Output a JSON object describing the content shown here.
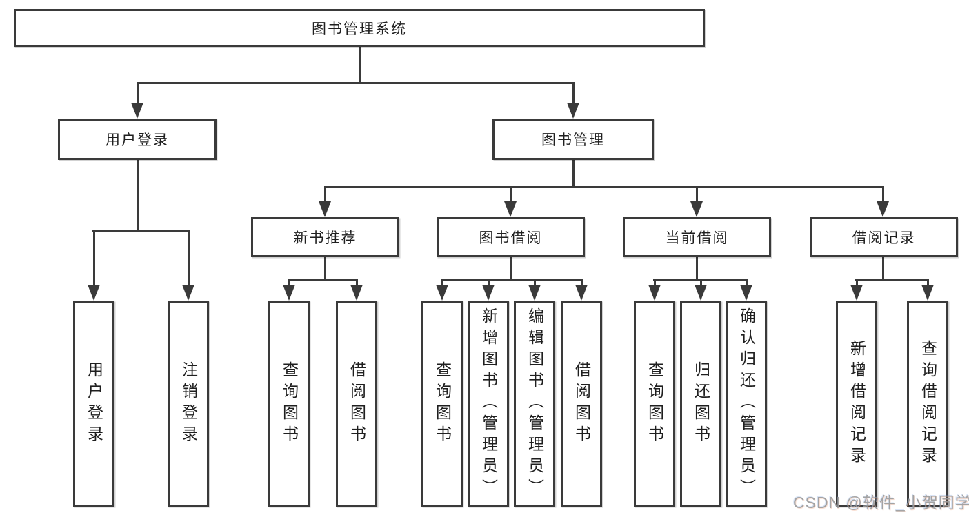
{
  "diagram": {
    "title": "图书管理系统",
    "root": {
      "label": "图书管理系统"
    },
    "level2": [
      {
        "label": "用户登录",
        "children": [
          {
            "label": "用户登录"
          },
          {
            "label": "注销登录"
          }
        ]
      },
      {
        "label": "图书管理",
        "children": [
          {
            "label": "新书推荐",
            "children": [
              {
                "label": "查询图书"
              },
              {
                "label": "借阅图书"
              }
            ]
          },
          {
            "label": "图书借阅",
            "children": [
              {
                "label": "查询图书"
              },
              {
                "label": "新增图书（管理员）"
              },
              {
                "label": "编辑图书（管理员）"
              },
              {
                "label": "借阅图书"
              }
            ]
          },
          {
            "label": "当前借阅",
            "children": [
              {
                "label": "查询图书"
              },
              {
                "label": "归还图书"
              },
              {
                "label": "确认归还（管理员）"
              }
            ]
          },
          {
            "label": "借阅记录",
            "children": [
              {
                "label": "新增借阅记录"
              },
              {
                "label": "查询借阅记录"
              }
            ]
          }
        ]
      }
    ]
  },
  "watermark": {
    "text": "CSDN @软件_小贺同学"
  },
  "colors": {
    "line": "#3a3a3a",
    "text": "#1f1f1f",
    "watermark": "#9c9c9c",
    "background": "#ffffff"
  }
}
